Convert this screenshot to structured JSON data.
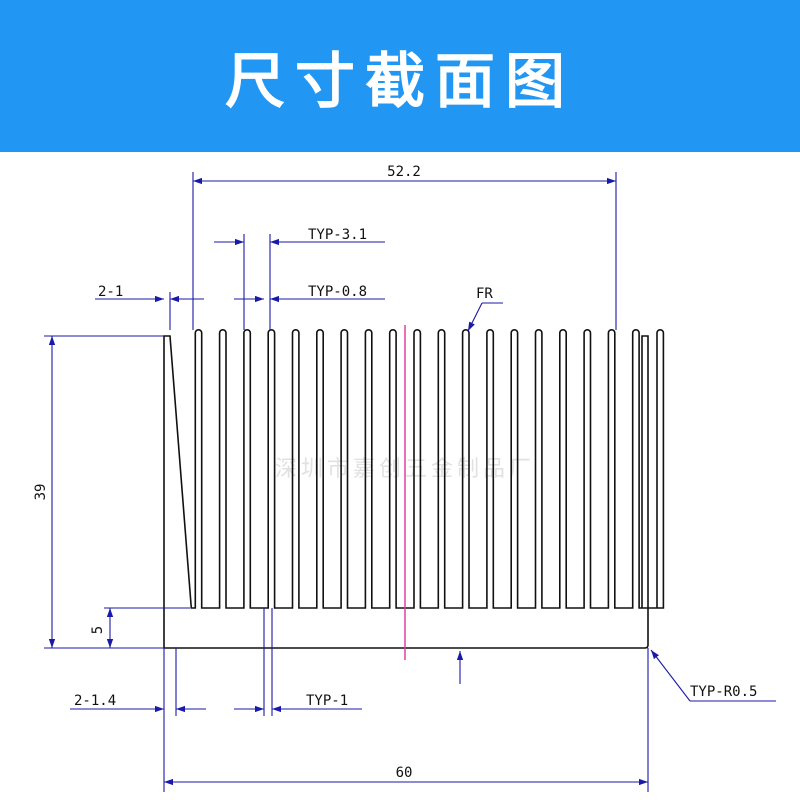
{
  "header": {
    "title": "尺寸截面图"
  },
  "colors": {
    "banner": "#2196f3",
    "dimension": "#1a1aa8",
    "outline": "#111111",
    "centerline": "#e0309a"
  },
  "profile": {
    "width": 60,
    "height": 39,
    "base_thickness": 5,
    "fin_count": 20
  },
  "dimensions": {
    "overall_width": "60",
    "fin_span": "52.2",
    "height": "39",
    "base": "5",
    "pitch": "TYP-3.1",
    "fin_tip": "TYP-0.8",
    "fin_root": "TYP-1",
    "edge_tip": "2-1",
    "edge_root": "2-1.4",
    "fillet_radius": "TYP-R0.5",
    "fin_radius": "FR"
  },
  "watermark": "深圳市嘉创五金制品厂"
}
